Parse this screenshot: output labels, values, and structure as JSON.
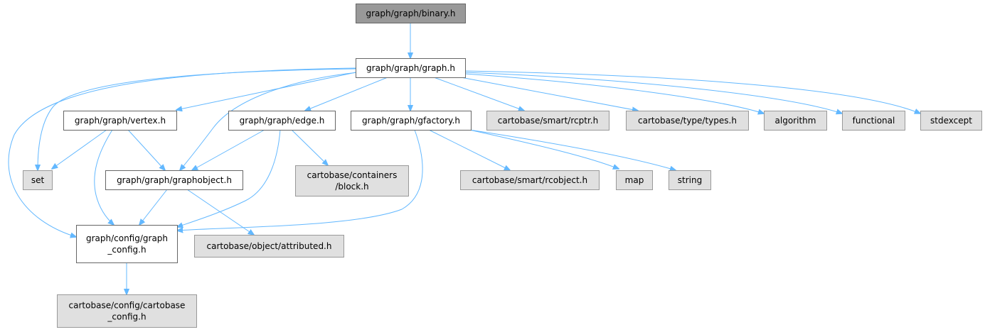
{
  "title": "graph/graph/binary.h include dependency graph",
  "colors": {
    "root_fill": "#999999",
    "documented_fill": "#ffffff",
    "external_fill": "#e0e0e0",
    "border": "#666666",
    "external_border": "#999999",
    "edge": "#63b8ff"
  },
  "nodes": {
    "binary": {
      "lines": [
        "graph/graph/binary.h"
      ],
      "kind": "root"
    },
    "graph": {
      "lines": [
        "graph/graph/graph.h"
      ],
      "kind": "documented"
    },
    "vertex": {
      "lines": [
        "graph/graph/vertex.h"
      ],
      "kind": "documented"
    },
    "edge": {
      "lines": [
        "graph/graph/edge.h"
      ],
      "kind": "documented"
    },
    "gfactory": {
      "lines": [
        "graph/graph/gfactory.h"
      ],
      "kind": "documented"
    },
    "rcptr": {
      "lines": [
        "cartobase/smart/rcptr.h"
      ],
      "kind": "external"
    },
    "types": {
      "lines": [
        "cartobase/type/types.h"
      ],
      "kind": "external"
    },
    "algorithm": {
      "lines": [
        "algorithm"
      ],
      "kind": "external"
    },
    "functional": {
      "lines": [
        "functional"
      ],
      "kind": "external"
    },
    "stdexcept": {
      "lines": [
        "stdexcept"
      ],
      "kind": "external"
    },
    "set": {
      "lines": [
        "set"
      ],
      "kind": "external"
    },
    "graphobject": {
      "lines": [
        "graph/graph/graphobject.h"
      ],
      "kind": "documented"
    },
    "block": {
      "lines": [
        "cartobase/containers",
        "/block.h"
      ],
      "kind": "external"
    },
    "rcobject": {
      "lines": [
        "cartobase/smart/rcobject.h"
      ],
      "kind": "external"
    },
    "map": {
      "lines": [
        "map"
      ],
      "kind": "external"
    },
    "string": {
      "lines": [
        "string"
      ],
      "kind": "external"
    },
    "graph_config": {
      "lines": [
        "graph/config/graph",
        "_config.h"
      ],
      "kind": "documented"
    },
    "attributed": {
      "lines": [
        "cartobase/object/attributed.h"
      ],
      "kind": "external"
    },
    "cartobase_config": {
      "lines": [
        "cartobase/config/cartobase",
        "_config.h"
      ],
      "kind": "external"
    }
  },
  "edges": [
    [
      "binary",
      "graph"
    ],
    [
      "graph",
      "vertex"
    ],
    [
      "graph",
      "set"
    ],
    [
      "graph",
      "graph_config"
    ],
    [
      "graph",
      "graphobject"
    ],
    [
      "graph",
      "edge"
    ],
    [
      "graph",
      "gfactory"
    ],
    [
      "graph",
      "rcptr"
    ],
    [
      "graph",
      "types"
    ],
    [
      "graph",
      "algorithm"
    ],
    [
      "graph",
      "functional"
    ],
    [
      "graph",
      "stdexcept"
    ],
    [
      "vertex",
      "set"
    ],
    [
      "vertex",
      "graphobject"
    ],
    [
      "vertex",
      "graph_config"
    ],
    [
      "edge",
      "graphobject"
    ],
    [
      "edge",
      "graph_config"
    ],
    [
      "edge",
      "block"
    ],
    [
      "graphobject",
      "graph_config"
    ],
    [
      "graphobject",
      "attributed"
    ],
    [
      "gfactory",
      "graph_config"
    ],
    [
      "gfactory",
      "rcobject"
    ],
    [
      "gfactory",
      "map"
    ],
    [
      "gfactory",
      "string"
    ],
    [
      "graph_config",
      "cartobase_config"
    ]
  ]
}
